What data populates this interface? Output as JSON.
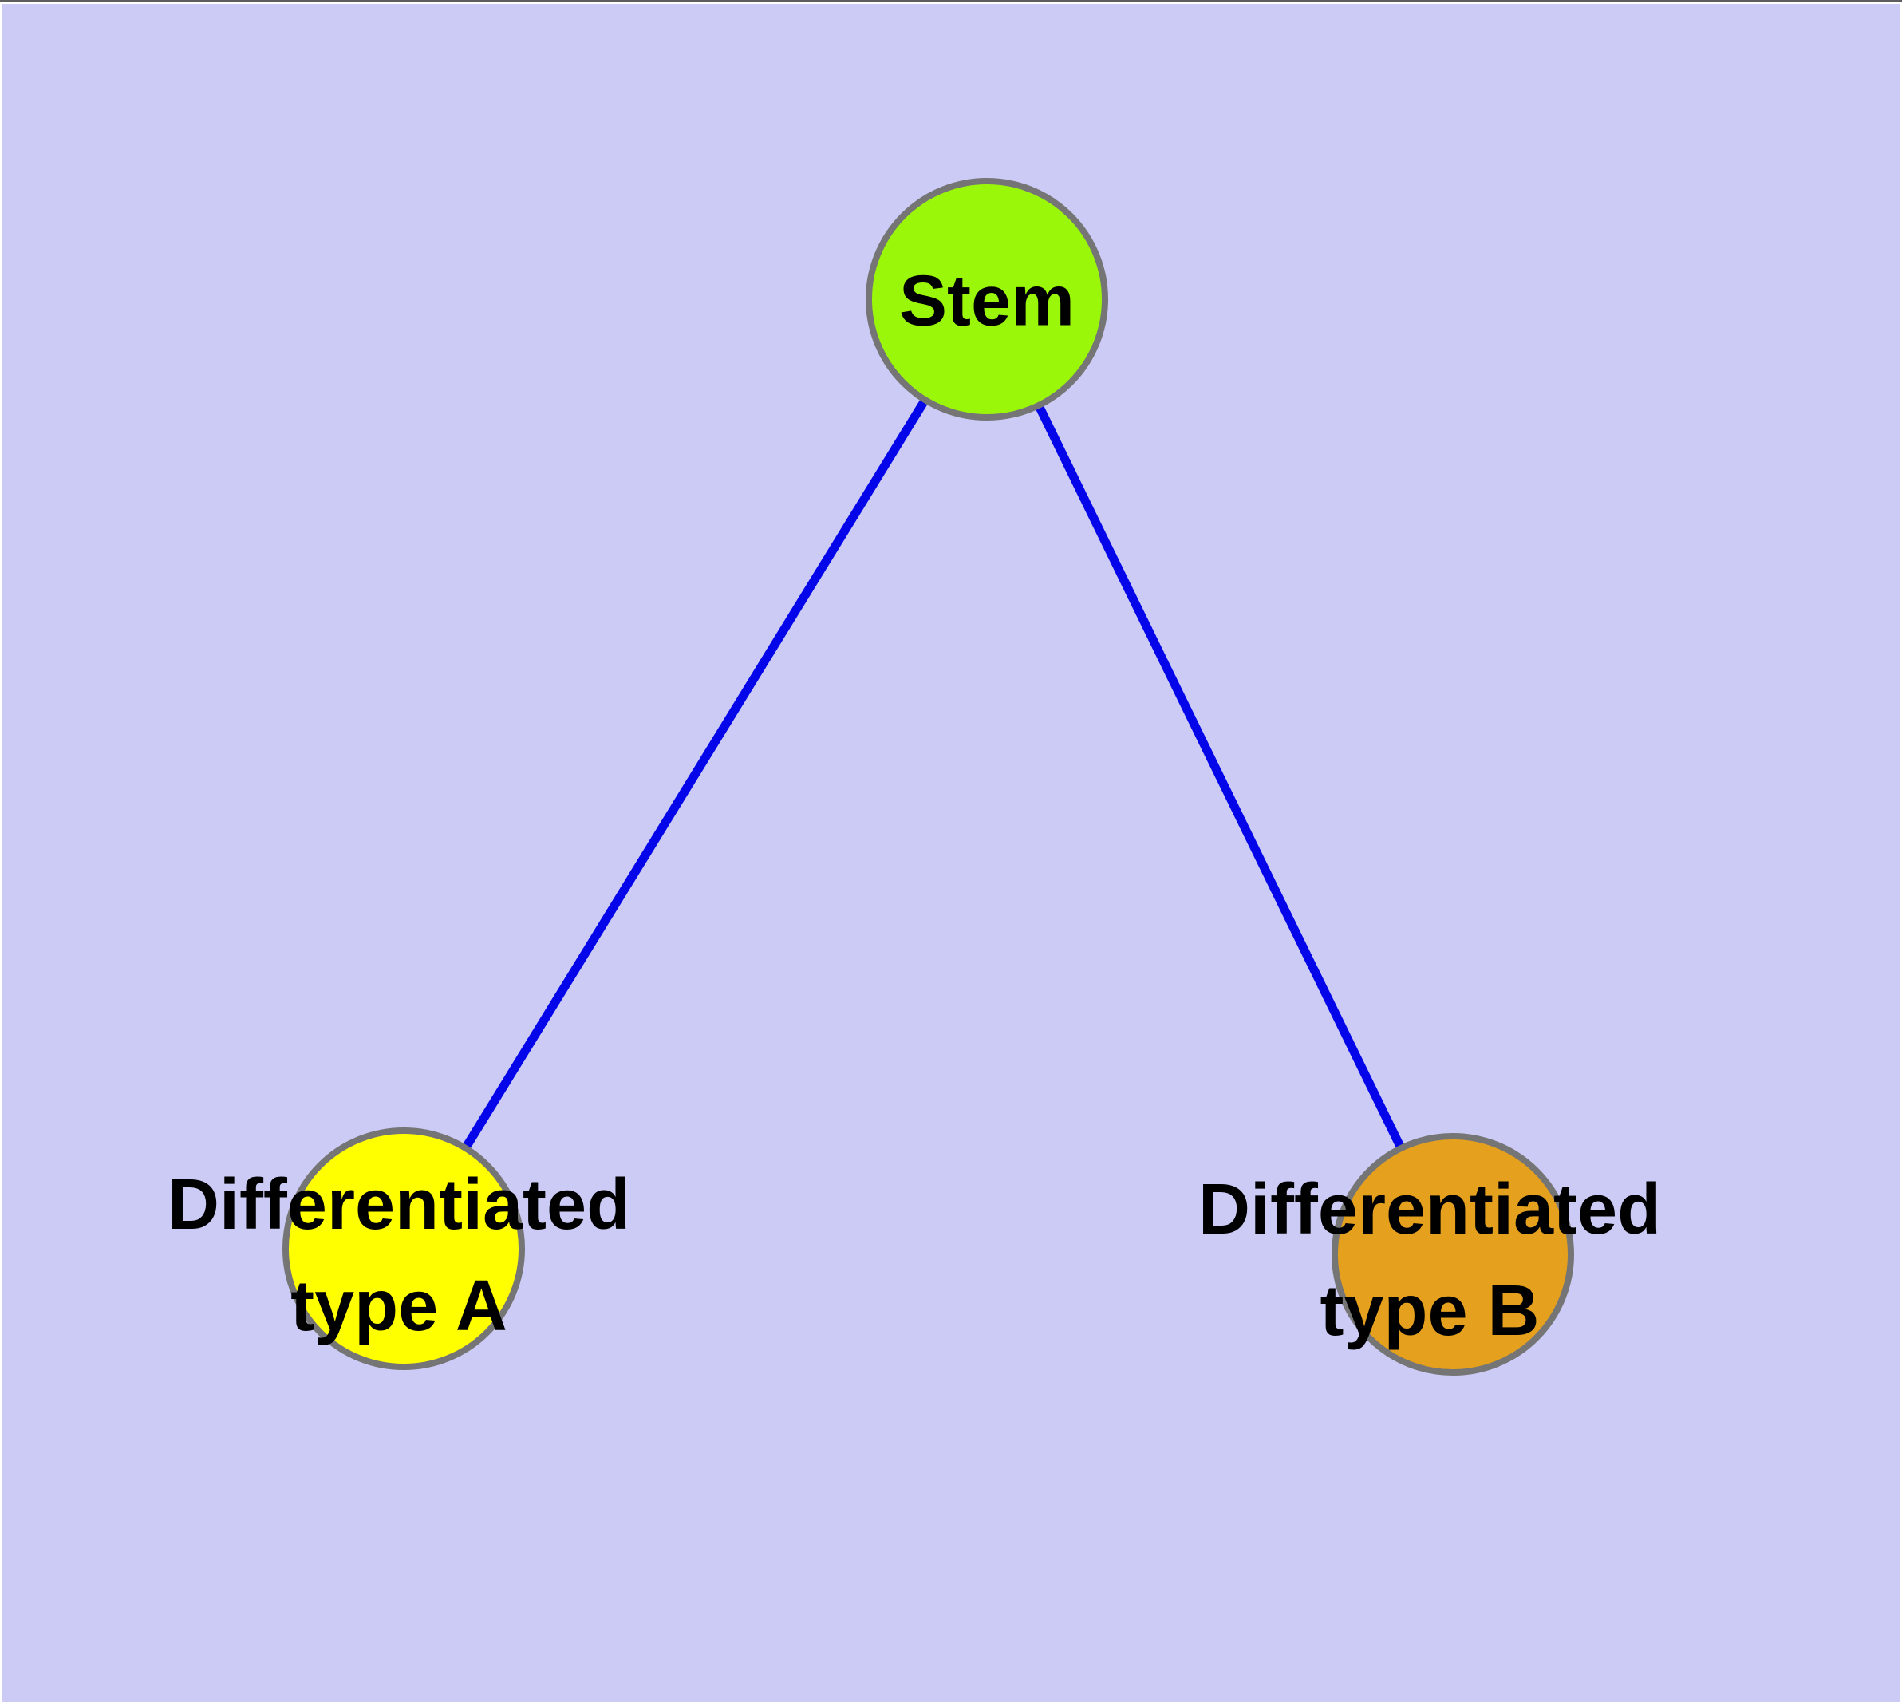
{
  "diagram": {
    "background_color": "#CBCBF6",
    "page_margin_color": "#ffffff",
    "top_edge_line_color": "#5e5e5e",
    "edge_color": "#0505EA",
    "node_border_color": "#757575",
    "label_color": "#000000",
    "nodes": [
      {
        "id": "stem",
        "label": "Stem",
        "label_lines": [
          "Stem"
        ],
        "color": "#9BF70A"
      },
      {
        "id": "differentiated-type-a",
        "label": "Differentiated type A",
        "label_lines": [
          "Differentiated",
          "type A"
        ],
        "color": "#FFFF00"
      },
      {
        "id": "differentiated-type-b",
        "label": "Differentiated type B",
        "label_lines": [
          "Differentiated",
          "type B"
        ],
        "color": "#E5A01E"
      }
    ],
    "edges": [
      {
        "from": "Stem",
        "to": "Differentiated type A"
      },
      {
        "from": "Stem",
        "to": "Differentiated type B"
      }
    ]
  }
}
